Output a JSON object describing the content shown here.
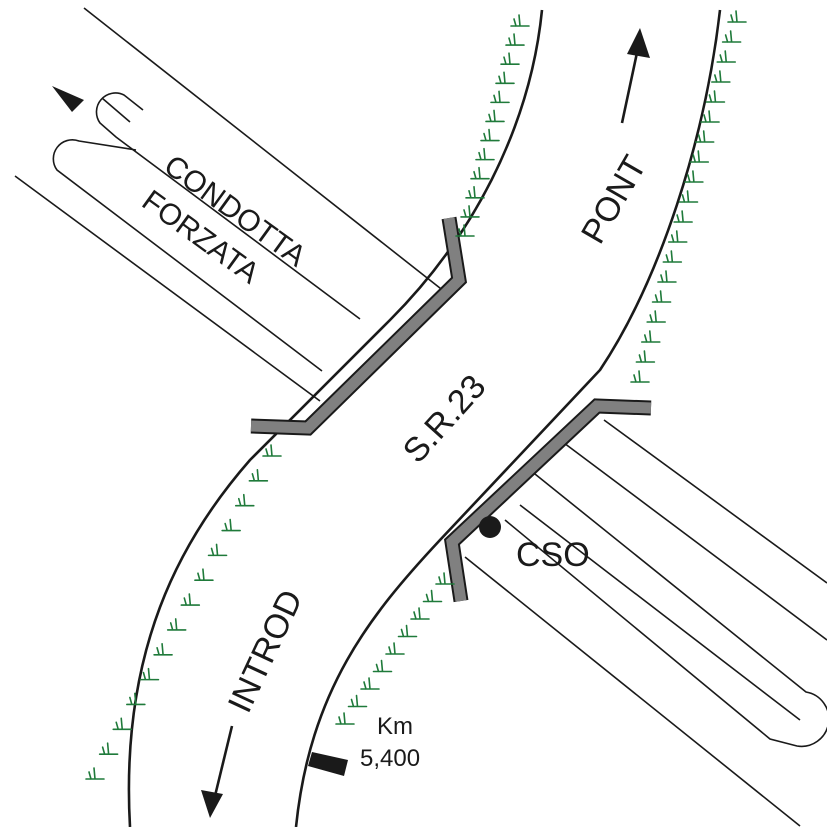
{
  "diagram": {
    "road_label": "S.R.23",
    "channel_label_line1": "CONDOTTA",
    "channel_label_line2": "FORZATA",
    "direction_up_label": "PONT",
    "direction_down_label": "INTROD",
    "point_label": "CSO",
    "marker_label_line1": "Km",
    "marker_label_line2": "5,400"
  },
  "colors": {
    "line": "#1a1a1a",
    "bridge_fill": "#808080",
    "vegetation": "#1f7a3a",
    "background": "#ffffff"
  },
  "icons": {
    "vegetation_mark": "grass-tuft-icon",
    "direction_arrow": "arrow-icon",
    "sampling_point": "dot-icon",
    "km_marker": "milestone-icon"
  }
}
